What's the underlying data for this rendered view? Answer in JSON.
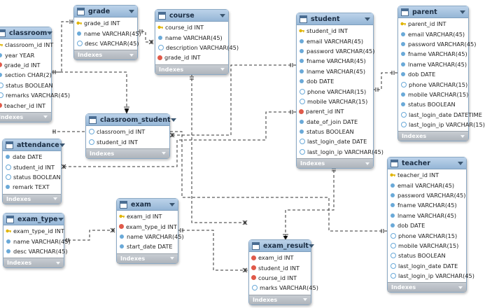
{
  "tables": {
    "classroom": {
      "title": "classroom",
      "footer": "Indexes",
      "columns": [
        {
          "text": "classroom_id INT",
          "kind": "pk"
        },
        {
          "text": "year YEAR",
          "kind": "nn"
        },
        {
          "text": "grade_id INT",
          "kind": "fk"
        },
        {
          "text": "section CHAR(2)",
          "kind": "nn"
        },
        {
          "text": "status BOOLEAN",
          "kind": "col"
        },
        {
          "text": "remarks VARCHAR(45)",
          "kind": "col"
        },
        {
          "text": "teacher_id INT",
          "kind": "fk"
        }
      ]
    },
    "grade": {
      "title": "grade",
      "footer": "Indexes",
      "columns": [
        {
          "text": "grade_id INT",
          "kind": "pk"
        },
        {
          "text": "name VARCHAR(45)",
          "kind": "nn"
        },
        {
          "text": "desc VARCHAR(45)",
          "kind": "col"
        }
      ]
    },
    "course": {
      "title": "course",
      "footer": "Indexes",
      "columns": [
        {
          "text": "course_id INT",
          "kind": "pk"
        },
        {
          "text": "name VARCHAR(45)",
          "kind": "nn"
        },
        {
          "text": "description VARCHAR(45)",
          "kind": "col"
        },
        {
          "text": "grade_id INT",
          "kind": "fk"
        }
      ]
    },
    "student": {
      "title": "student",
      "footer": "Indexes",
      "columns": [
        {
          "text": "student_id INT",
          "kind": "pk"
        },
        {
          "text": "email VARCHAR(45)",
          "kind": "nn"
        },
        {
          "text": "password VARCHAR(45)",
          "kind": "nn"
        },
        {
          "text": "fname VARCHAR(45)",
          "kind": "nn"
        },
        {
          "text": "lname VARCHAR(45)",
          "kind": "nn"
        },
        {
          "text": "dob DATE",
          "kind": "nn"
        },
        {
          "text": "phone VARCHAR(15)",
          "kind": "col"
        },
        {
          "text": "mobile VARCHAR(15)",
          "kind": "col"
        },
        {
          "text": "parent_id INT",
          "kind": "fk"
        },
        {
          "text": "date_of_join DATE",
          "kind": "nn"
        },
        {
          "text": "status BOOLEAN",
          "kind": "nn"
        },
        {
          "text": "last_login_date DATE",
          "kind": "col"
        },
        {
          "text": "last_login_ip VARCHAR(45)",
          "kind": "col"
        }
      ]
    },
    "parent": {
      "title": "parent",
      "footer": "Indexes",
      "columns": [
        {
          "text": "parent_id INT",
          "kind": "pk"
        },
        {
          "text": "email VARCHAR(45)",
          "kind": "nn"
        },
        {
          "text": "password VARCHAR(45)",
          "kind": "nn"
        },
        {
          "text": "fname VARCHAR(45)",
          "kind": "nn"
        },
        {
          "text": "lname VARCHAR(45)",
          "kind": "nn"
        },
        {
          "text": "dob DATE",
          "kind": "nn"
        },
        {
          "text": "phone VARCHAR(15)",
          "kind": "col"
        },
        {
          "text": "mobile VARCHAR(15)",
          "kind": "nn"
        },
        {
          "text": "status BOOLEAN",
          "kind": "nn"
        },
        {
          "text": "last_login_date DATETIME",
          "kind": "col"
        },
        {
          "text": "last_login_ip VARCHAR(15)",
          "kind": "col"
        }
      ]
    },
    "classroom_student": {
      "title": "classroom_student",
      "footer": "Indexes",
      "columns": [
        {
          "text": "classroom_id INT",
          "kind": "col"
        },
        {
          "text": "student_id INT",
          "kind": "col"
        }
      ]
    },
    "attendance": {
      "title": "attendance",
      "footer": "Indexes",
      "columns": [
        {
          "text": "date DATE",
          "kind": "nn"
        },
        {
          "text": "student_id INT",
          "kind": "col"
        },
        {
          "text": "status BOOLEAN",
          "kind": "col"
        },
        {
          "text": "remark TEXT",
          "kind": "nn"
        }
      ]
    },
    "teacher": {
      "title": "teacher",
      "footer": "Indexes",
      "columns": [
        {
          "text": "teacher_id INT",
          "kind": "pk"
        },
        {
          "text": "email VARCHAR(45)",
          "kind": "nn"
        },
        {
          "text": "password VARCHAR(45)",
          "kind": "nn"
        },
        {
          "text": "fname VARCHAR(45)",
          "kind": "nn"
        },
        {
          "text": "lname VARCHAR(45)",
          "kind": "nn"
        },
        {
          "text": "dob DATE",
          "kind": "nn"
        },
        {
          "text": "phone VARCHAR(15)",
          "kind": "col"
        },
        {
          "text": "mobile VARCHAR(15)",
          "kind": "col"
        },
        {
          "text": "status BOOLEAN",
          "kind": "col"
        },
        {
          "text": "last_login_date DATE",
          "kind": "col"
        },
        {
          "text": "last_login_ip VARCHAR(45)",
          "kind": "col"
        }
      ]
    },
    "exam_type": {
      "title": "exam_type",
      "footer": "Indexes",
      "columns": [
        {
          "text": "exam_type_id INT",
          "kind": "pk"
        },
        {
          "text": "name VARCHAR(45)",
          "kind": "nn"
        },
        {
          "text": "desc VARCHAR(45)",
          "kind": "nn"
        }
      ]
    },
    "exam": {
      "title": "exam",
      "footer": "Indexes",
      "columns": [
        {
          "text": "exam_id INT",
          "kind": "pk"
        },
        {
          "text": "exam_type_id INT",
          "kind": "fk"
        },
        {
          "text": "name VARCHAR(45)",
          "kind": "nn"
        },
        {
          "text": "start_date DATE",
          "kind": "nn"
        }
      ]
    },
    "exam_result": {
      "title": "exam_result",
      "footer": "Indexes",
      "columns": [
        {
          "text": "exam_id INT",
          "kind": "fk"
        },
        {
          "text": "student_id INT",
          "kind": "fk"
        },
        {
          "text": "course_id INT",
          "kind": "fk"
        },
        {
          "text": "marks VARCHAR(45)",
          "kind": "col"
        }
      ]
    }
  },
  "icons": {
    "primary_key": "key-icon",
    "foreign_key": "red-diamond-icon",
    "not_null": "blue-filled-diamond-icon",
    "nullable": "blue-hollow-diamond-icon",
    "table": "table-icon"
  },
  "colors": {
    "header": "#95b6d6",
    "footer": "#aeb4bb",
    "pk": "#e0b400",
    "fk": "#e05a4a",
    "nn": "#6aa9d8"
  }
}
